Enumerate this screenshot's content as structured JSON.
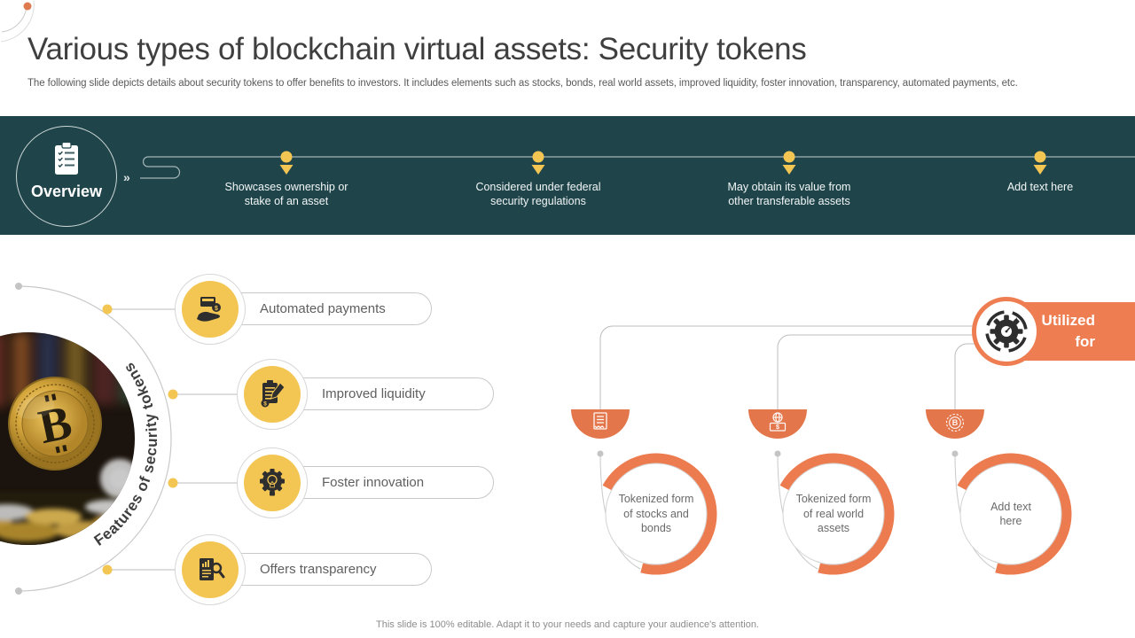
{
  "slide": {
    "title": "Various types of blockchain virtual assets: Security tokens",
    "subtitle": "The following slide depicts details about security tokens to offer benefits to investors. It includes elements such as stocks, bonds, real world assets, improved liquidity, foster innovation, transparency, automated payments, etc.",
    "footer": "This slide is 100% editable. Adapt it to your needs and capture your audience's attention."
  },
  "overview": {
    "label": "Overview",
    "chevron": "»",
    "milestones": [
      {
        "text": "Showcases ownership or stake of an asset"
      },
      {
        "text": "Considered under federal security regulations"
      },
      {
        "text": "May obtain its value from other transferable assets"
      },
      {
        "text": "Add text here"
      }
    ]
  },
  "features": {
    "curved_label": "Features of security tokens",
    "items": [
      {
        "label": "Automated payments",
        "icon": "payment-hand-icon"
      },
      {
        "label": "Improved liquidity",
        "icon": "clipboard-pencil-icon"
      },
      {
        "label": "Foster innovation",
        "icon": "bulb-gear-icon"
      },
      {
        "label": "Offers transparency",
        "icon": "chart-magnifier-icon"
      }
    ]
  },
  "utilized": {
    "heading": "Utilized for",
    "icon": "gear-icon",
    "items": [
      {
        "text": "Tokenized form of stocks and bonds",
        "icon": "invoice-icon"
      },
      {
        "text": "Tokenized form of real world assets",
        "icon": "bank-globe-icon"
      },
      {
        "text": "Add text here",
        "icon": "bitcoin-icon"
      }
    ]
  },
  "glyphs": {
    "dollar": "$",
    "bitcoin_b": "B"
  },
  "colors": {
    "banner_teal": "#1F454B",
    "accent_yellow": "#F3C553",
    "accent_orange": "#EC7B4F",
    "semicircle_orange": "#E3764B",
    "body_text": "#595959"
  }
}
